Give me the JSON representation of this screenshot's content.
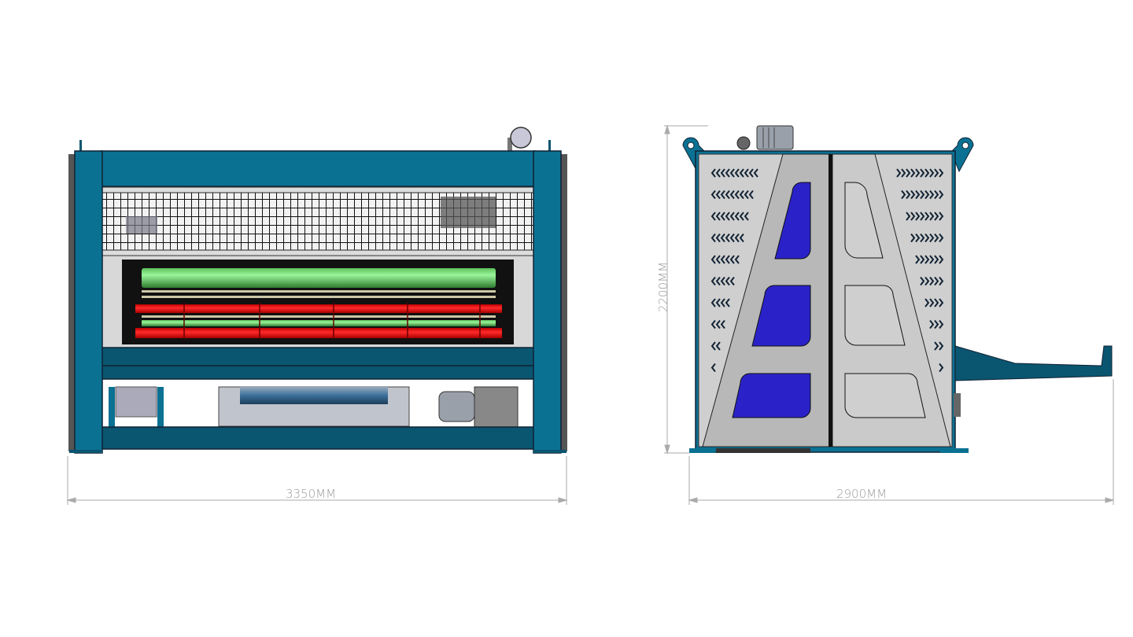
{
  "drawing": {
    "front_view": {
      "width_label": "3350MM"
    },
    "side_view": {
      "width_label": "2900MM",
      "height_label": "2200MM"
    }
  },
  "colors": {
    "frame": "#0b7193",
    "frame_dark": "#0a5570",
    "panel_light": "#cfcfcf",
    "panel_mid": "#b8b8b8",
    "window": "#2a22c8",
    "roller_green": "#7de27a",
    "roller_red": "#e81212",
    "dimension": "#9a9a9a"
  }
}
